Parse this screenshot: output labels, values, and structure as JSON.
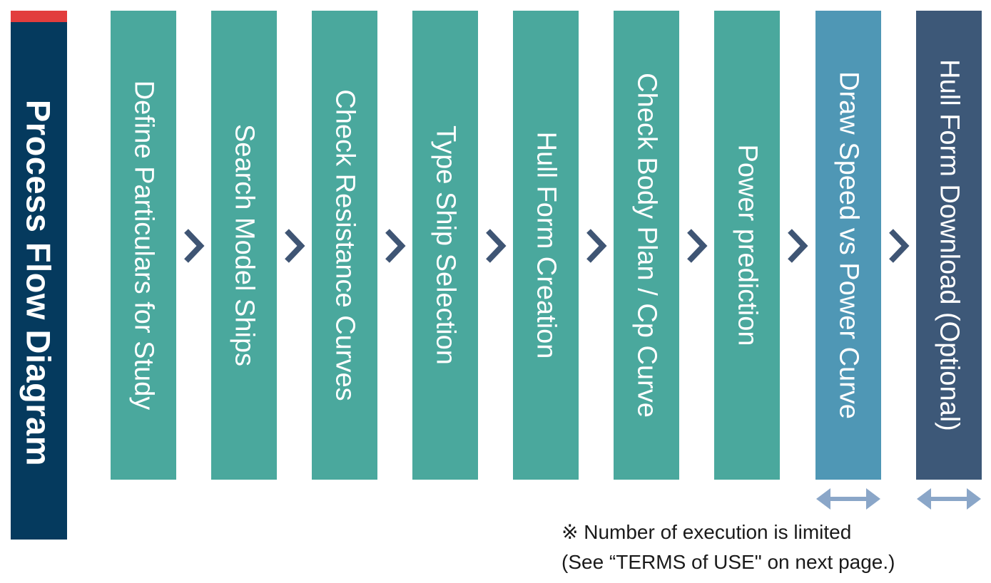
{
  "title": "Process Flow Diagram",
  "colors": {
    "title_bg": "#053a5e",
    "title_accent": "#e23d3d",
    "step_teal": "#4aa89d",
    "step_blue": "#4f97b5",
    "step_navy": "#3d5878",
    "chevron": "#3f5574",
    "double_arrow": "#8aa6c8"
  },
  "steps": [
    {
      "label": "Define Particulars for Study",
      "color": "#4aa89d"
    },
    {
      "label": "Search Model Ships",
      "color": "#4aa89d"
    },
    {
      "label": "Check Resistance Curves",
      "color": "#4aa89d"
    },
    {
      "label": "Type Ship Selection",
      "color": "#4aa89d"
    },
    {
      "label": "Hull Form Creation",
      "color": "#4aa89d"
    },
    {
      "label": "Check Body Plan / Cp Curve",
      "color": "#4aa89d"
    },
    {
      "label": "Power prediction",
      "color": "#4aa89d"
    },
    {
      "label": "Draw Speed vs Power Curve",
      "color": "#4f97b5"
    },
    {
      "label": "Hull Form Download (Optional)",
      "color": "#3d5878"
    }
  ],
  "note": {
    "line1": "※ Number of execution is limited",
    "line2": "(See “TERMS of USE\" on next page.)"
  }
}
